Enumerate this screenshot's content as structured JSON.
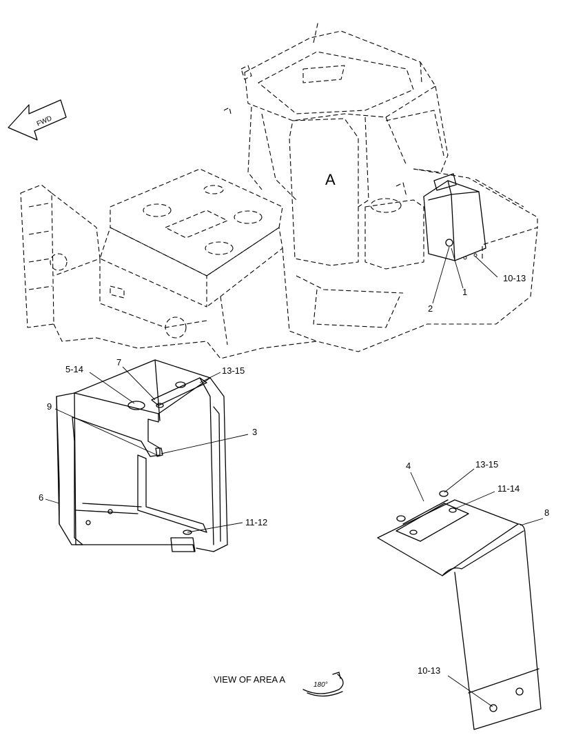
{
  "area_label": "A",
  "fwd_label": "FWD",
  "view_caption": "VIEW OF AREA A",
  "rotation_label": "180°",
  "callouts": {
    "c1": "1",
    "c2": "2",
    "c10_13_top": "10-13",
    "c5_14": "5-14",
    "c7": "7",
    "c13_15_left": "13-15",
    "c9": "9",
    "c3": "3",
    "c6": "6",
    "c11_12": "11-12",
    "c4": "4",
    "c13_15_right": "13-15",
    "c11_14": "11-14",
    "c8": "8",
    "c10_13_bottom": "10-13"
  }
}
